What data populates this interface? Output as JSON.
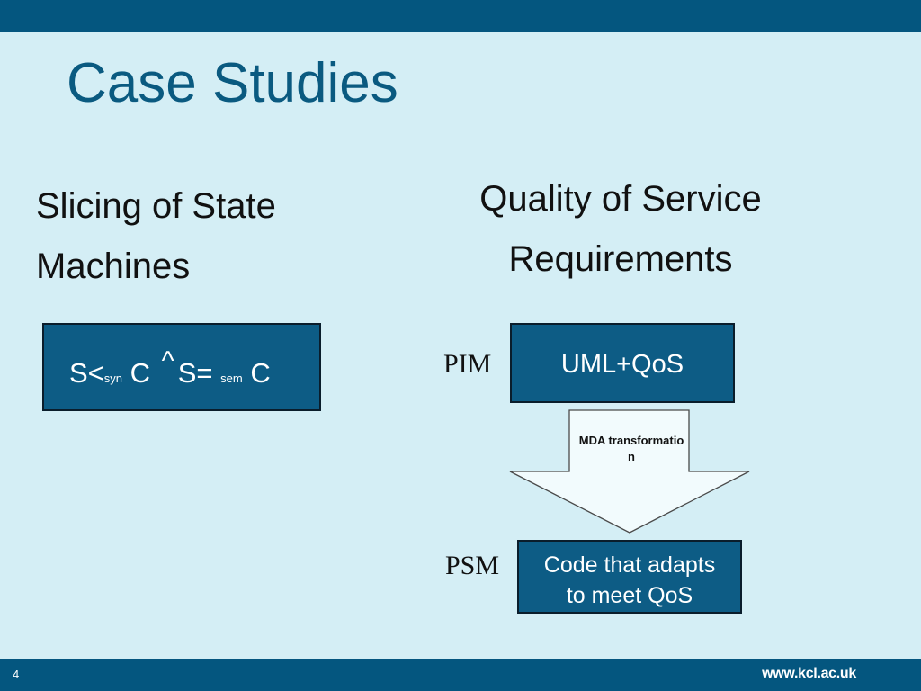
{
  "slide": {
    "title": "Case Studies",
    "page_number": "4",
    "site_url": "www.kcl.ac.uk"
  },
  "left_column": {
    "heading_line1": "Slicing of State",
    "heading_line2": "Machines",
    "formula": {
      "part1": "S<",
      "sub1": "syn",
      "part2": "C",
      "caret": "^",
      "part3": "S=",
      "sub2": "sem",
      "part4": "C"
    }
  },
  "right_column": {
    "heading_line1": "Quality of Service",
    "heading_line2": "Requirements",
    "pim_label": "PIM",
    "psm_label": "PSM",
    "uml_box": "UML+QoS",
    "arrow_text": "MDA transformation",
    "code_box_line1": "Code that adapts",
    "code_box_line2": "to meet QoS"
  },
  "colors": {
    "background": "#d4eef5",
    "bar": "#04567f",
    "title": "#0a5a80",
    "box_fill": "#0d5c85",
    "arrow_fill": "#f2fbfd"
  },
  "icons": {
    "arrow": "down-block-arrow"
  }
}
